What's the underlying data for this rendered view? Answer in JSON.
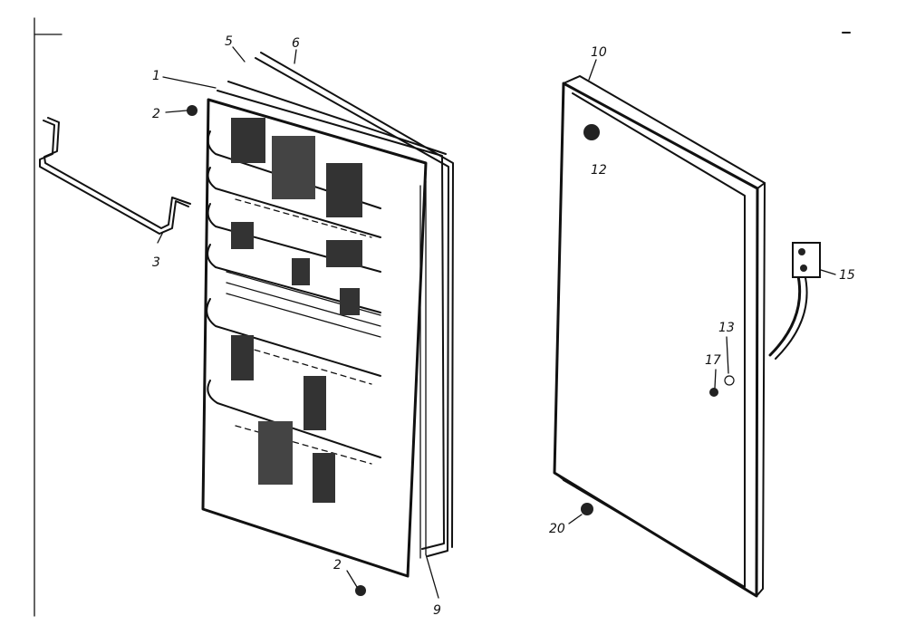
{
  "callouts": [
    {
      "id": "1",
      "text": "1"
    },
    {
      "id": "2a",
      "text": "2"
    },
    {
      "id": "2b",
      "text": "2"
    },
    {
      "id": "3",
      "text": "3"
    },
    {
      "id": "5",
      "text": "5"
    },
    {
      "id": "6",
      "text": "6"
    },
    {
      "id": "9",
      "text": "9"
    },
    {
      "id": "10",
      "text": "10"
    },
    {
      "id": "12",
      "text": "12"
    },
    {
      "id": "13",
      "text": "13"
    },
    {
      "id": "15",
      "text": "15"
    },
    {
      "id": "17",
      "text": "17"
    },
    {
      "id": "20",
      "text": "20"
    }
  ],
  "colors": {
    "ink": "#111111",
    "paper": "#ffffff"
  }
}
